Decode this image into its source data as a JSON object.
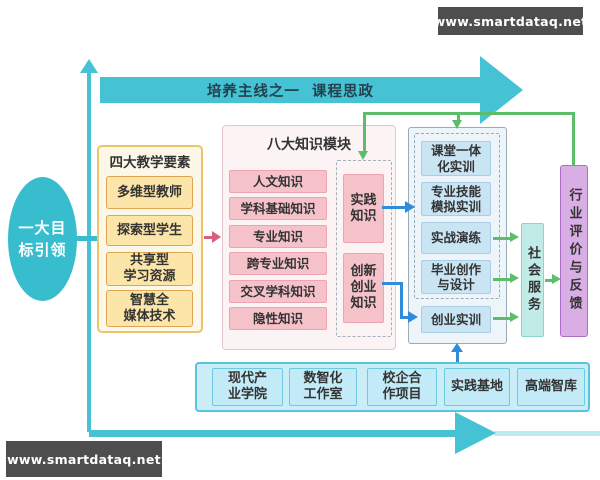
{
  "watermarks": {
    "top": "www.smartdataq.net",
    "bottom": "www.smartdataq.net"
  },
  "main_line": {
    "label": "培养主线之一  课程思政"
  },
  "goal": {
    "label": "一大目\n标引领"
  },
  "teaching": {
    "title": "四大教学要素",
    "items": [
      "多维型教师",
      "探索型学生",
      "共享型\n学习资源",
      "智慧全\n媒体技术"
    ]
  },
  "knowledge": {
    "title": "八大知识模块",
    "items": [
      "人文知识",
      "学科基础知识",
      "专业知识",
      "跨专业知识",
      "交叉学科知识",
      "隐性知识"
    ],
    "practice": "实践\n知识",
    "innovation": "创新\n创业\n知识"
  },
  "training": {
    "items": [
      "课堂一体\n化实训",
      "专业技能\n模拟实训",
      "实战演练",
      "毕业创作\n与设计"
    ],
    "entrepreneurship": "创业实训"
  },
  "service": {
    "label": "社会服务"
  },
  "evaluation": {
    "label": "行业评价与反馈"
  },
  "platforms": {
    "items": [
      "现代产\n业学院",
      "数智化\n工作室",
      "校企合\n作项目",
      "实践基地",
      "高端智库"
    ]
  },
  "colors": {
    "teal": "#45c3d5",
    "yellow_fill": "#fbe5a8",
    "yellow_border": "#dfa552",
    "pink_fill": "#f5c2ca",
    "pink_border": "#eda3b1",
    "blue_fill": "#c9e4f3",
    "service_fill": "#c0ebe7",
    "purple_fill": "#d9aee4",
    "platform_fill": "#c2eaf7",
    "connector_blue": "#2f8cda",
    "connector_green": "#5dbd68",
    "connector_red": "#d6607a",
    "watermark_bg": "#4e4e4e"
  }
}
